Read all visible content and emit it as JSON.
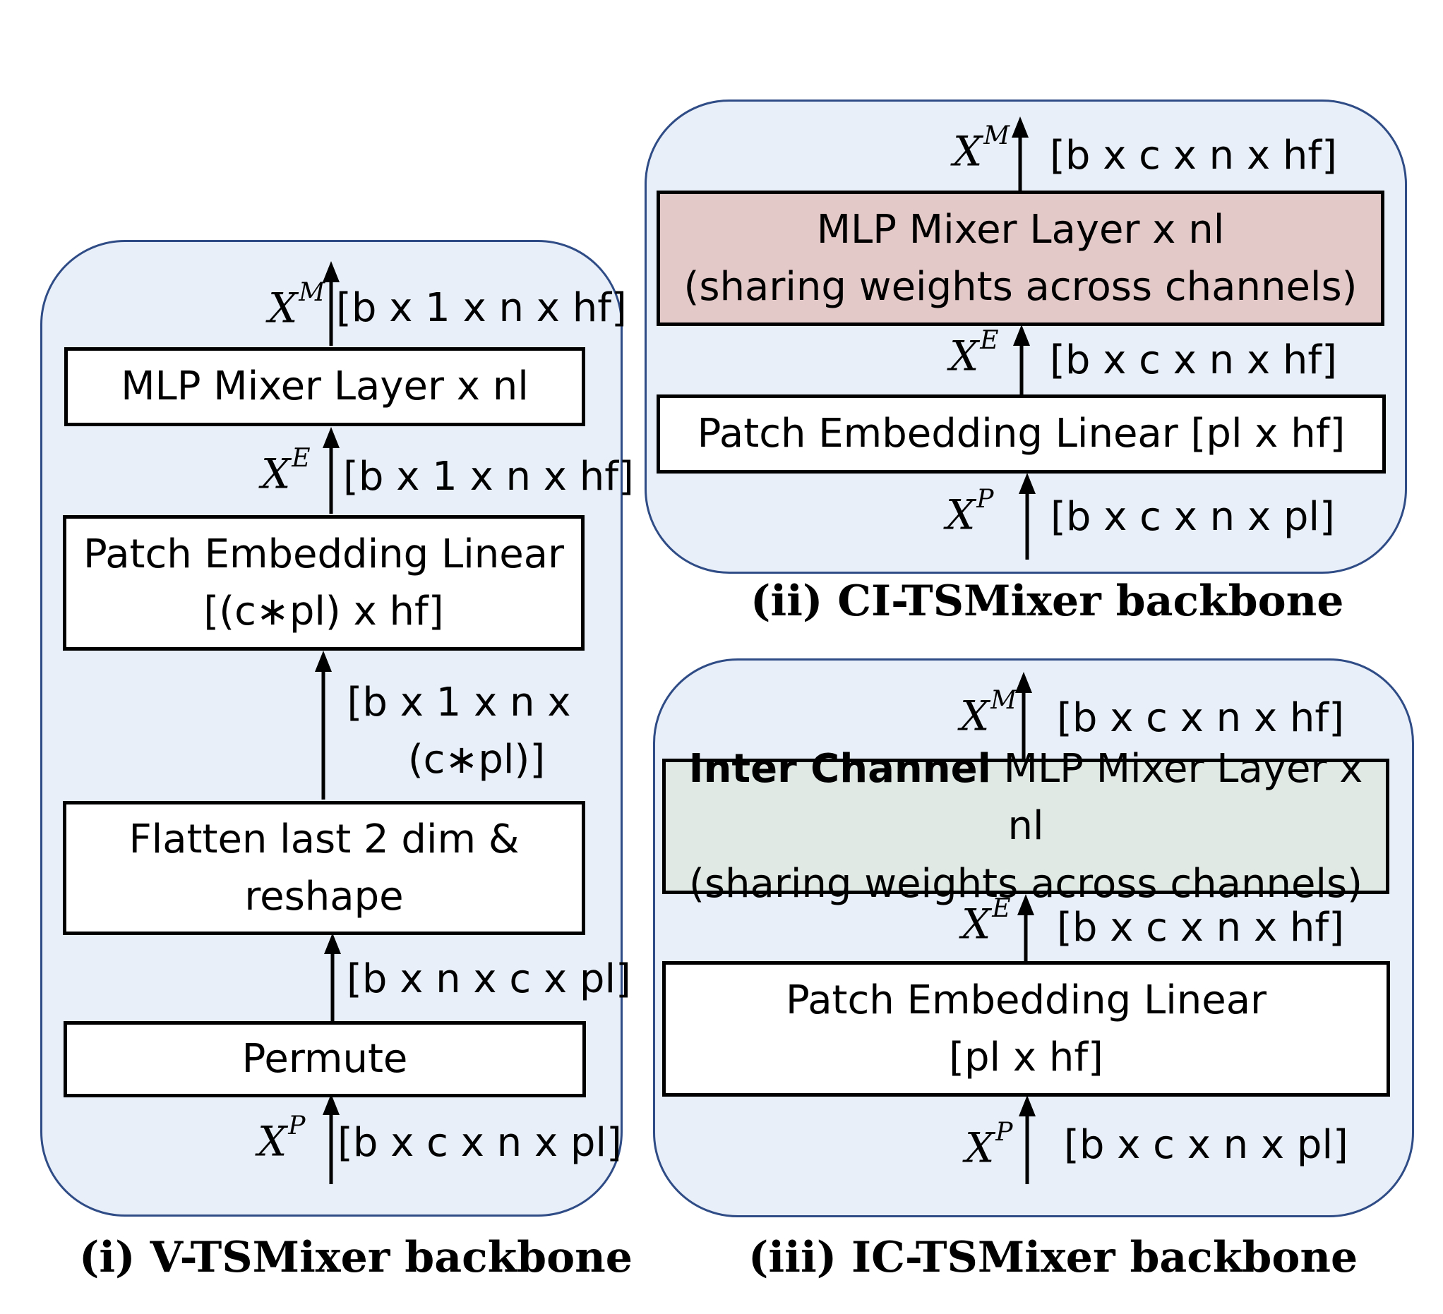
{
  "panel_i": {
    "caption": "(i) V-TSMixer backbone",
    "mlp_box": "MLP Mixer Layer x nl",
    "patch_box_line1": "Patch Embedding Linear",
    "patch_box_line2": "[(c∗pl) x hf]",
    "flatten_box_line1": "Flatten last 2 dim &",
    "flatten_box_line2": "reshape",
    "permute_box": "Permute",
    "xm": {
      "base": "X",
      "sup": "M",
      "dims": "[b x 1 x n x hf]"
    },
    "xe": {
      "base": "X",
      "sup": "E",
      "dims": "[b x 1 x n x hf]"
    },
    "flat_dims_line1": "[b x 1 x n x",
    "flat_dims_line2": "(c∗pl)]",
    "permute_dims": "[b x n x c x pl]",
    "xp": {
      "base": "X",
      "sup": "P",
      "dims": "[b x c x n x pl]"
    }
  },
  "panel_ii": {
    "caption": "(ii) CI-TSMixer backbone",
    "mlp_box_line1": "MLP Mixer Layer x nl",
    "mlp_box_line2": "(sharing weights across channels)",
    "patch_box": "Patch Embedding Linear [pl x hf]",
    "xm": {
      "base": "X",
      "sup": "M",
      "dims": "[b x c x n x hf]"
    },
    "xe": {
      "base": "X",
      "sup": "E",
      "dims": "[b x c x n x hf]"
    },
    "xp": {
      "base": "X",
      "sup": "P",
      "dims": "[b x c x n x pl]"
    }
  },
  "panel_iii": {
    "caption": "(iii) IC-TSMixer backbone",
    "mlp_box_bold": "Inter Channel",
    "mlp_box_rest": " MLP Mixer Layer x nl",
    "mlp_box_line2": "(sharing weights across channels)",
    "patch_box_line1": "Patch Embedding Linear",
    "patch_box_line2": "[pl x hf]",
    "xm": {
      "base": "X",
      "sup": "M",
      "dims": "[b x c x n x hf]"
    },
    "xe": {
      "base": "X",
      "sup": "E",
      "dims": "[b x c x n x hf]"
    },
    "xp": {
      "base": "X",
      "sup": "P",
      "dims": "[b x c x n x pl]"
    }
  },
  "colors": {
    "panel_fill": "#e9eff8",
    "panel_border": "#2f4c86",
    "ci_mlp_fill": "#e3c9c8",
    "ic_mlp_fill": "#e1e9e5"
  }
}
